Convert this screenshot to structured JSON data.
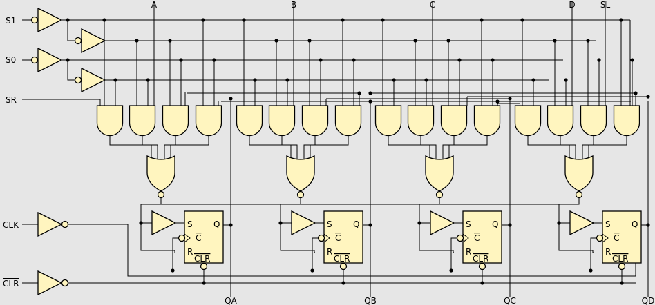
{
  "diagram": {
    "inputs": {
      "s1": "S1",
      "s0": "S0",
      "sr": "SR",
      "clk": "CLK",
      "clr": "CLR"
    },
    "data_inputs": [
      "A",
      "B",
      "C",
      "D"
    ],
    "shift_left": "SL",
    "outputs": [
      "QA",
      "QB",
      "QC",
      "QD"
    ],
    "flipflop_pins": {
      "s": "S",
      "c": "C",
      "r": "R",
      "q": "Q",
      "clr": "CLR"
    },
    "colors": {
      "gate_fill": "#fff5bf",
      "background": "#e6e6e6",
      "line": "#000000"
    }
  }
}
